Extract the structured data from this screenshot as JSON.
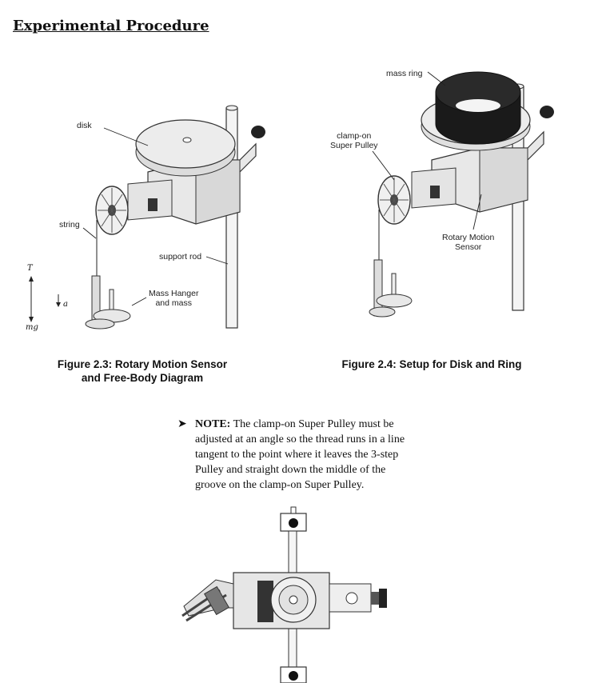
{
  "page": {
    "heading": "Experimental Procedure"
  },
  "figure_2_3": {
    "labels": {
      "disk": "disk",
      "string": "string",
      "support_rod": "support rod",
      "mass_hanger_line1": "Mass Hanger",
      "mass_hanger_line2": "and mass"
    },
    "free_body": {
      "tension": "T",
      "acceleration": "a",
      "weight": "mg"
    },
    "caption_line1": "Figure 2.3: Rotary Motion Sensor",
    "caption_line2": "and Free-Body Diagram"
  },
  "figure_2_4": {
    "labels": {
      "mass_ring": "mass ring",
      "clamp_on_line1": "clamp-on",
      "clamp_on_line2": "Super Pulley",
      "sensor_line1": "Rotary Motion",
      "sensor_line2": "Sensor"
    },
    "caption": "Figure 2.4: Setup for Disk and Ring"
  },
  "note": {
    "marker": "➤",
    "keyword": "NOTE:",
    "line1": "The clamp-on Super Pulley must be",
    "line2": "adjusted at an angle so the thread runs in a line",
    "line3": "tangent to the point where it leaves the 3-step",
    "line4": "Pulley and straight down the middle of the",
    "line5": "groove on the clamp-on Super Pulley."
  }
}
